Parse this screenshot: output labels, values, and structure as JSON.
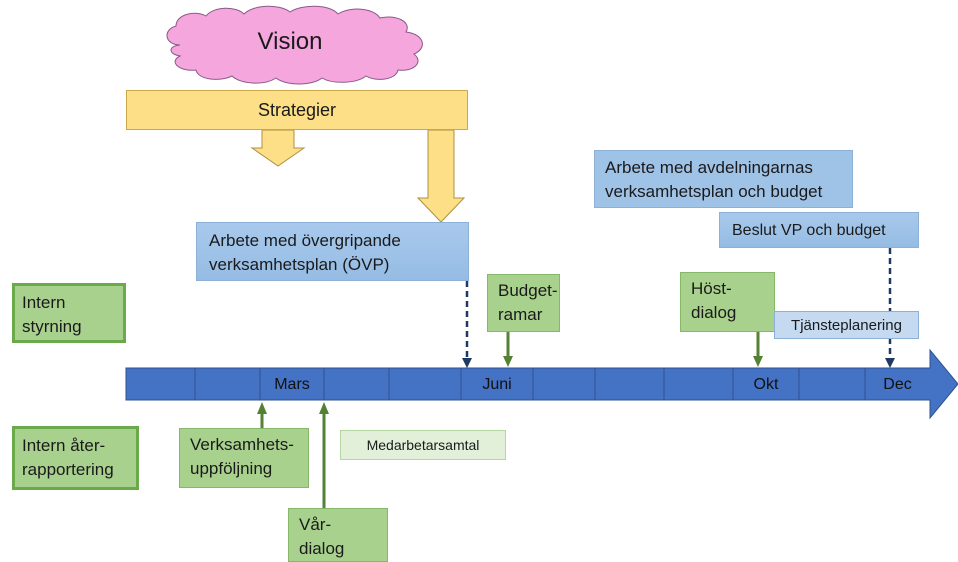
{
  "vision": {
    "label": "Vision"
  },
  "strategy": {
    "label": "Strategier"
  },
  "ovp_box": {
    "line1": "Arbete med övergripande",
    "line2": "verksamhetsplan (ÖVP)"
  },
  "dept_box": {
    "line1": "Arbete med avdelningarnas",
    "line2": "verksamhetsplan och budget"
  },
  "decision_box": {
    "label": "Beslut VP och budget"
  },
  "internal_control": {
    "line1": "Intern",
    "line2": "styrning"
  },
  "internal_report": {
    "line1": "Intern åter-",
    "line2": "rapportering"
  },
  "budget_frames": {
    "line1": "Budget-",
    "line2": "ramar"
  },
  "autumn_dialog": {
    "line1": "Höst-",
    "line2": "dialog"
  },
  "service_planning": {
    "label": "Tjänsteplanering"
  },
  "business_followup": {
    "line1": "Verksamhets-",
    "line2": "uppföljning"
  },
  "employee_talk": {
    "label": "Medarbetarsamtal"
  },
  "spring_dialog": {
    "line1": "Vår-",
    "line2": "dialog"
  },
  "timeline": {
    "months": {
      "mars": "Mars",
      "juni": "Juni",
      "okt": "Okt",
      "dec": "Dec"
    }
  },
  "colors": {
    "timeline_blue": "#4472c4",
    "strategy_yellow": "#fddf87",
    "vision_pink": "#f4a6dd",
    "box_blue": "#9fc2e7",
    "box_green": "#a9d18e",
    "arrow_green": "#548235",
    "dash_navy": "#1f3864"
  }
}
